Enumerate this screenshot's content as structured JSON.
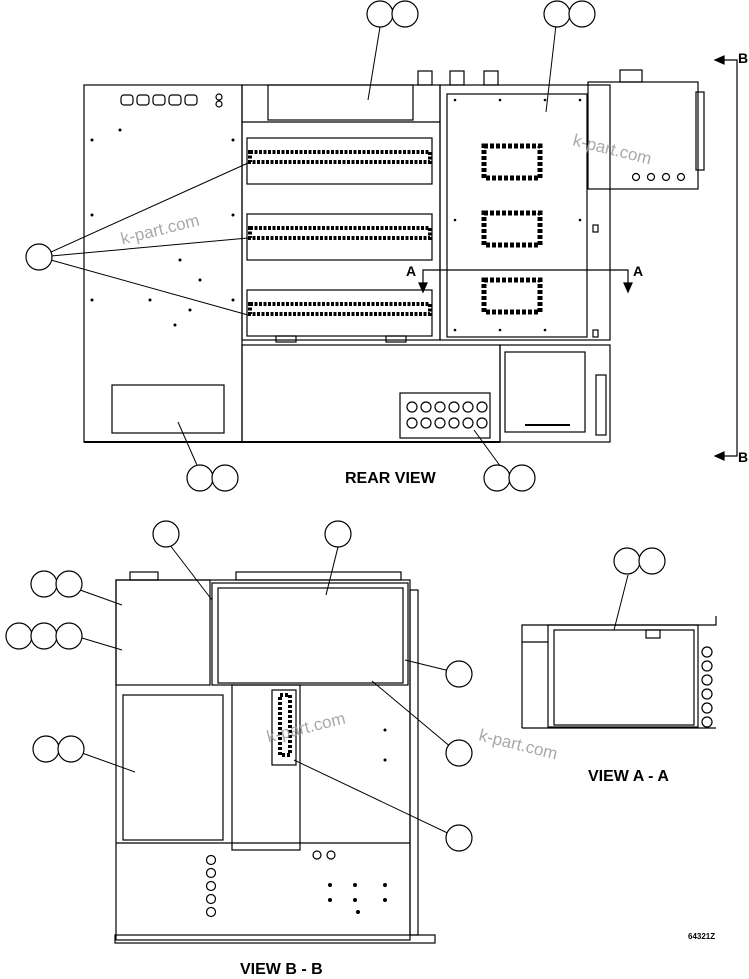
{
  "drawing": {
    "views": {
      "rear": {
        "title": "REAR VIEW"
      },
      "a_a": {
        "title": "VIEW A - A"
      },
      "b_b": {
        "title": "VIEW B - B"
      }
    },
    "section_markers": {
      "a": "A",
      "b": "B"
    },
    "watermark": "k-part.com",
    "part_number": "64321Z"
  }
}
